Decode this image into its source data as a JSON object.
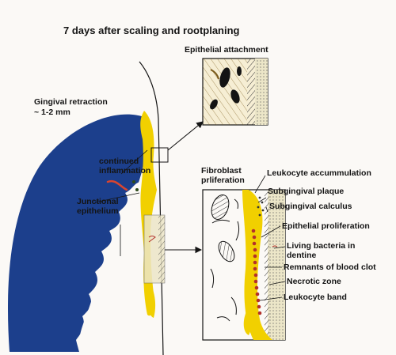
{
  "title": "7 days after scaling and rootplaning",
  "labels": {
    "epithelial_attachment": "Epithelial attachment",
    "gingival_retraction": "Gingival retraction",
    "retraction_amount": "~ 1-2 mm",
    "continued_inflammation": "continued inflammation",
    "junctional_epithelium": "Junctional epithelium",
    "fibroblast_proliferation": "Fibroblast prliferation",
    "leukocyte_accumulation": "Leukocyte accummulation",
    "subgingival_plaque": "Subgingival plaque",
    "subgingival_calculus": "Subgingival calculus",
    "epithelial_proliferation": "Epithelial proliferation",
    "living_bacteria": "Living bacteria in dentine",
    "remnants_blood_clot": "Remnants of blood clot",
    "necrotic_zone": "Necrotic zone",
    "leukocyte_band": "Leukocyte band"
  },
  "colors": {
    "background": "#fbf9f6",
    "gingiva": "#1c3f8c",
    "epithelium": "#f1d000",
    "tooth_root": "#ece6c8",
    "blood_cells": "#b3302a",
    "ink": "#141414"
  }
}
